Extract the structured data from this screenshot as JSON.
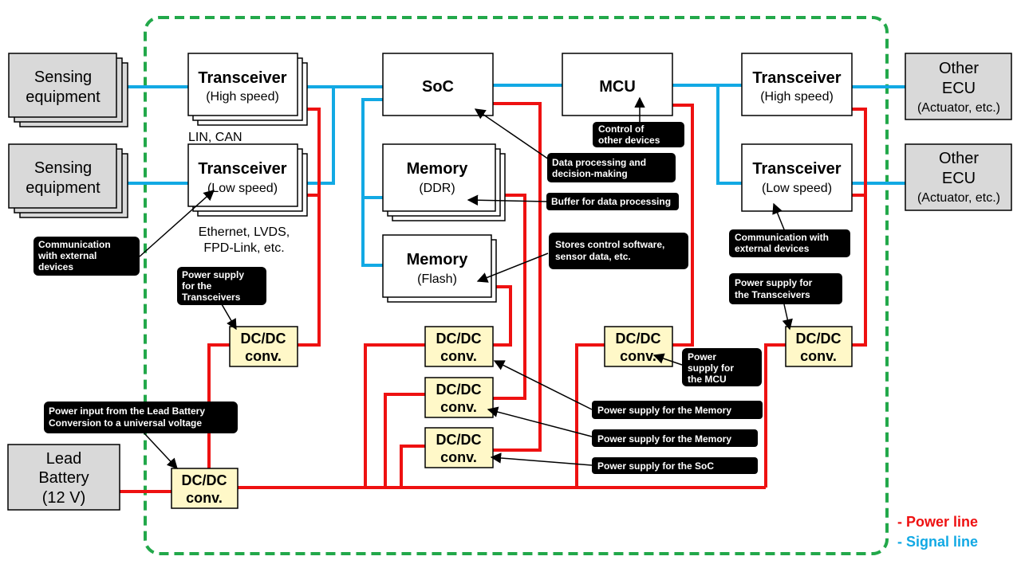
{
  "sensing": [
    {
      "line1": "Sensing",
      "line2": "equipment"
    },
    {
      "line1": "Sensing",
      "line2": "equipment"
    }
  ],
  "transceivers": [
    {
      "title": "Transceiver",
      "sub": "(High speed)"
    },
    {
      "title": "Transceiver",
      "sub": "(Low speed)"
    },
    {
      "title": "Transceiver",
      "sub": "(High speed)"
    },
    {
      "title": "Transceiver",
      "sub": "(Low speed)"
    }
  ],
  "protocols": {
    "lin_can": "LIN, CAN",
    "ethernet_1": "Ethernet, LVDS,",
    "ethernet_2": "FPD-Link, etc."
  },
  "soc": "SoC",
  "mcu": "MCU",
  "memory_ddr": {
    "title": "Memory",
    "sub": "(DDR)"
  },
  "memory_flash": {
    "title": "Memory",
    "sub": "(Flash)"
  },
  "other_ecu": [
    {
      "line1": "Other",
      "line2": "ECU",
      "line3": "(Actuator, etc.)"
    },
    {
      "line1": "Other",
      "line2": "ECU",
      "line3": "(Actuator, etc.)"
    }
  ],
  "battery": {
    "line1": "Lead",
    "line2": "Battery",
    "line3": "(12 V)"
  },
  "dcdc": {
    "line1": "DC/DC",
    "line2": "conv."
  },
  "callouts": {
    "comm_external_left": [
      "Communication",
      "with external",
      "devices"
    ],
    "power_transceivers_left": [
      "Power supply",
      "for the",
      "Transceivers"
    ],
    "power_input": [
      "Power input from the Lead Battery",
      "Conversion to a universal voltage"
    ],
    "control_other": [
      "Control of",
      "other devices"
    ],
    "data_processing": [
      "Data processing and",
      "decision-making"
    ],
    "buffer": [
      "Buffer for data processing"
    ],
    "stores_control": [
      "Stores control software,",
      "sensor data, etc."
    ],
    "comm_external_right": [
      "Communication with",
      "external devices"
    ],
    "power_transceivers_right": [
      "Power supply for",
      "the Transceivers"
    ],
    "power_mcu": [
      "Power",
      "supply for",
      "the MCU"
    ],
    "power_memory_1": [
      "Power supply for the Memory"
    ],
    "power_memory_2": [
      "Power supply for the Memory"
    ],
    "power_soc": [
      "Power supply for the SoC"
    ]
  },
  "legend": {
    "power": "- Power line",
    "signal": "- Signal line"
  },
  "colors": {
    "power": "#ee1111",
    "signal": "#12a9e4",
    "boundary": "#22a84a",
    "dcdc_fill": "#fff8c8",
    "ext_fill": "#d9d9d9",
    "callout": "#000000"
  }
}
